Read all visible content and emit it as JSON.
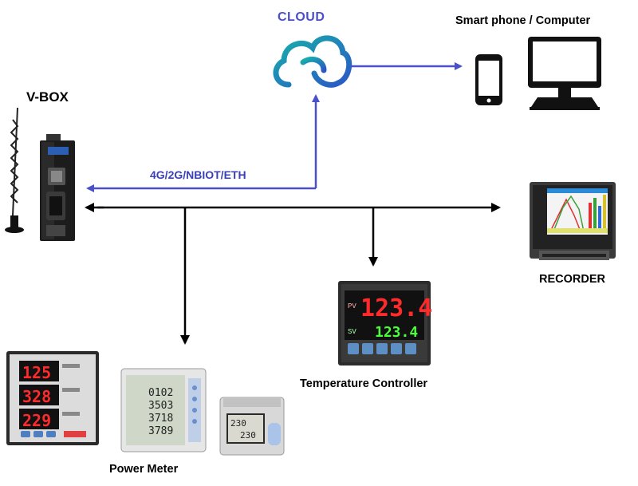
{
  "labels": {
    "cloud": "CLOUD",
    "devices": "Smart phone / Computer",
    "vbox": "V-BOX",
    "network": "4G/2G/NBIOT/ETH",
    "recorder": "RECORDER",
    "temperature_controller": "Temperature Controller",
    "power_meter": "Power Meter"
  },
  "temperature_controller_display": {
    "pv": "123.4",
    "sv": "123.4",
    "pv_tag": "PV",
    "sv_tag": "SV"
  },
  "power_meter_readings": [
    "125",
    "328",
    "229"
  ],
  "meter2_readings": [
    "0102",
    "3503",
    "3718",
    "3789"
  ],
  "meter3_readings": [
    "230",
    "230"
  ],
  "vbox_brand": "V-BOX",
  "colors": {
    "cloud_text": "#4a50c8",
    "link_arrow": "#4a50c8",
    "bus_line": "#000000",
    "cloud_gradient_start": "#1aa6b0",
    "cloud_gradient_end": "#2b5fc4",
    "display_red": "#ff2a2a",
    "display_green": "#4cff3a"
  }
}
